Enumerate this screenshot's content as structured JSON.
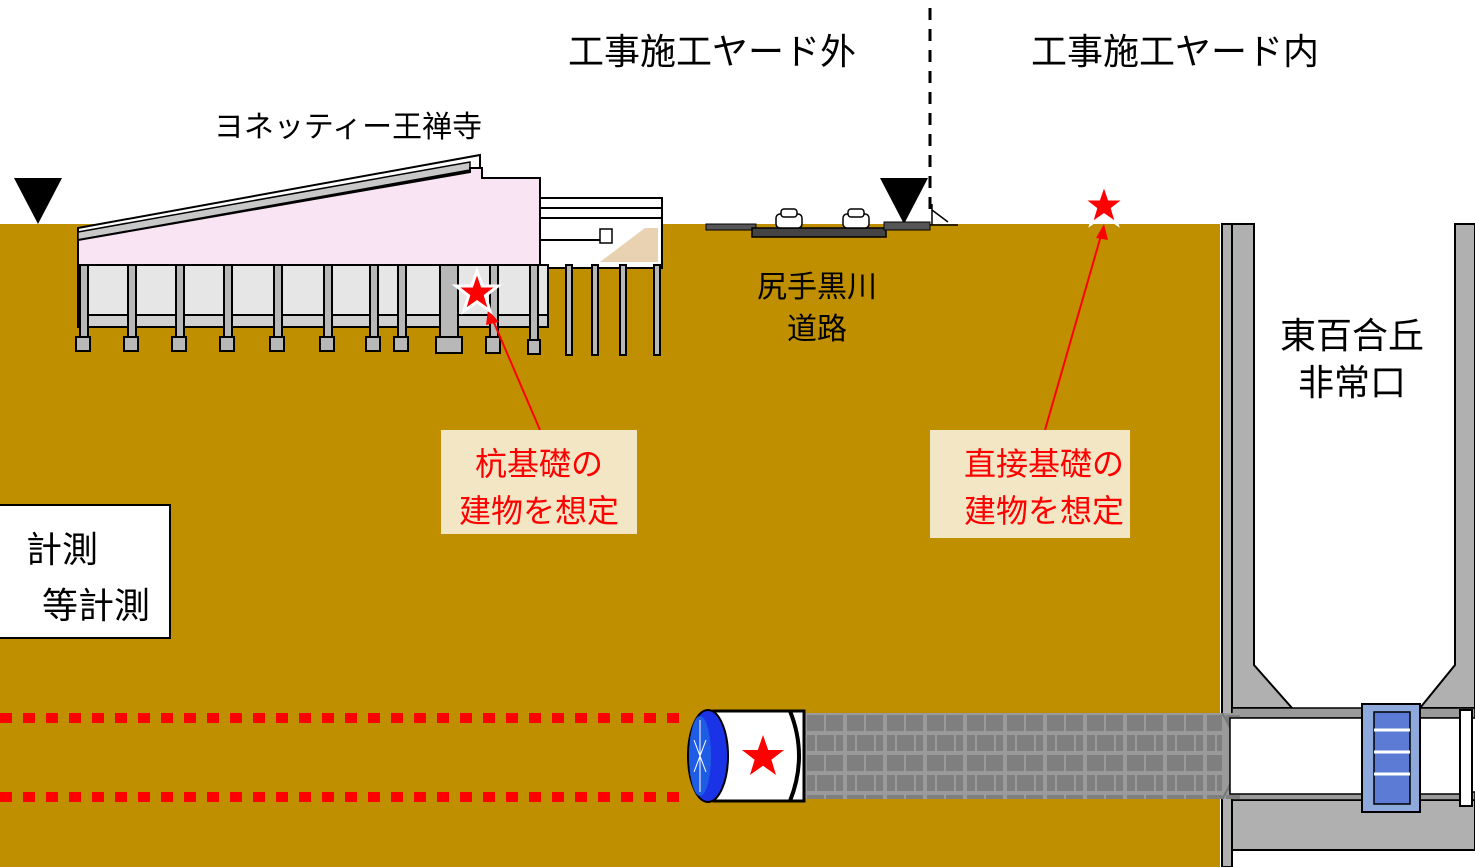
{
  "zones": {
    "outside": "工事施工ヤード外",
    "inside": "工事施工ヤード内"
  },
  "building_label": "ヨネッティー王禅寺",
  "road_label": [
    "尻手黒川",
    "道路"
  ],
  "shaft_label": [
    "東百合丘",
    "非常口"
  ],
  "callouts": {
    "pile": [
      "杭基礎の",
      "建物を想定"
    ],
    "direct": [
      "直接基礎の",
      "建物を想定"
    ]
  },
  "measurement_box": [
    "計測",
    "等計測"
  ],
  "colors": {
    "ground": "#bf8f00",
    "building_roof": "#f8e4f3",
    "callout_bg": "#f2e6c4",
    "marker": "#ff0000",
    "dotted_line": "#ff0000",
    "shield_blue": "#1a33e6",
    "segment_gray": "#8c8c8c"
  },
  "icons": [
    "ground-level-triangle-icon",
    "star-icon",
    "car-icon"
  ]
}
